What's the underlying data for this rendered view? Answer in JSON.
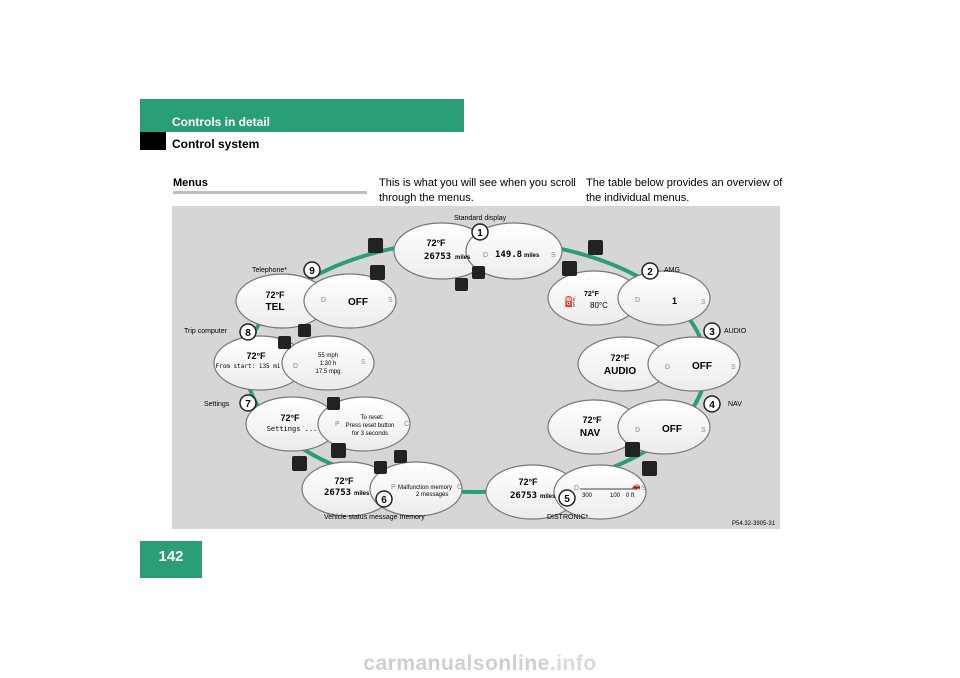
{
  "header": {
    "section": "Controls in detail",
    "subsection": "Control system",
    "page_number": "142"
  },
  "menus_label": "Menus",
  "intro_text_1_line1": "This is what you will see when you scroll",
  "intro_text_1_line2": "through the menus.",
  "intro_text_2_line1": "The table below provides an overview of",
  "intro_text_2_line2": "the individual menus.",
  "figure": {
    "labels": {
      "standard": "Standard display",
      "amg": "AMG",
      "audio": "AUDIO",
      "nav": "NAV",
      "distronic": "DISTRONIC*",
      "vehicle_status": "Vehicle status message memory",
      "settings": "Settings",
      "trip": "Trip computer",
      "telephone": "Telephone*",
      "ref": "P54.32-3905-31"
    },
    "nums": [
      "1",
      "2",
      "3",
      "4",
      "5",
      "6",
      "7",
      "8",
      "9"
    ],
    "temp": "72°F",
    "std_left": "26753",
    "std_right": "149.8",
    "miles_unit": "miles",
    "amg_left": "72°F",
    "amg_temp": "80°C",
    "amg_right": "1",
    "audio_left": "AUDIO",
    "audio_right": "OFF",
    "nav_left": "NAV",
    "nav_right": "OFF",
    "dist_left": "26753",
    "dist_scale": [
      "300",
      "100",
      "0 ft"
    ],
    "veh_left": "26753",
    "veh_right_1": "Malfunction memory",
    "veh_right_2": "2 messages",
    "set_left": "Settings ...",
    "set_right_1": "To reset:",
    "set_right_2": "Press reset button",
    "set_right_3": "for 3 seconds",
    "trip_left": "From start: 135 mi",
    "trip_right_1": "55 mph",
    "trip_right_2": "1:30 h",
    "trip_right_3": "17.5 mpg",
    "tel_left": "TEL",
    "tel_right": "OFF",
    "letters": {
      "d": "D",
      "s": "S",
      "p": "P",
      "c": "C"
    }
  },
  "watermark": {
    "left": "carmanualsonline",
    "right": ".info"
  },
  "colors": {
    "accent": "#2a9e74",
    "panel": "#d6d6d6"
  }
}
